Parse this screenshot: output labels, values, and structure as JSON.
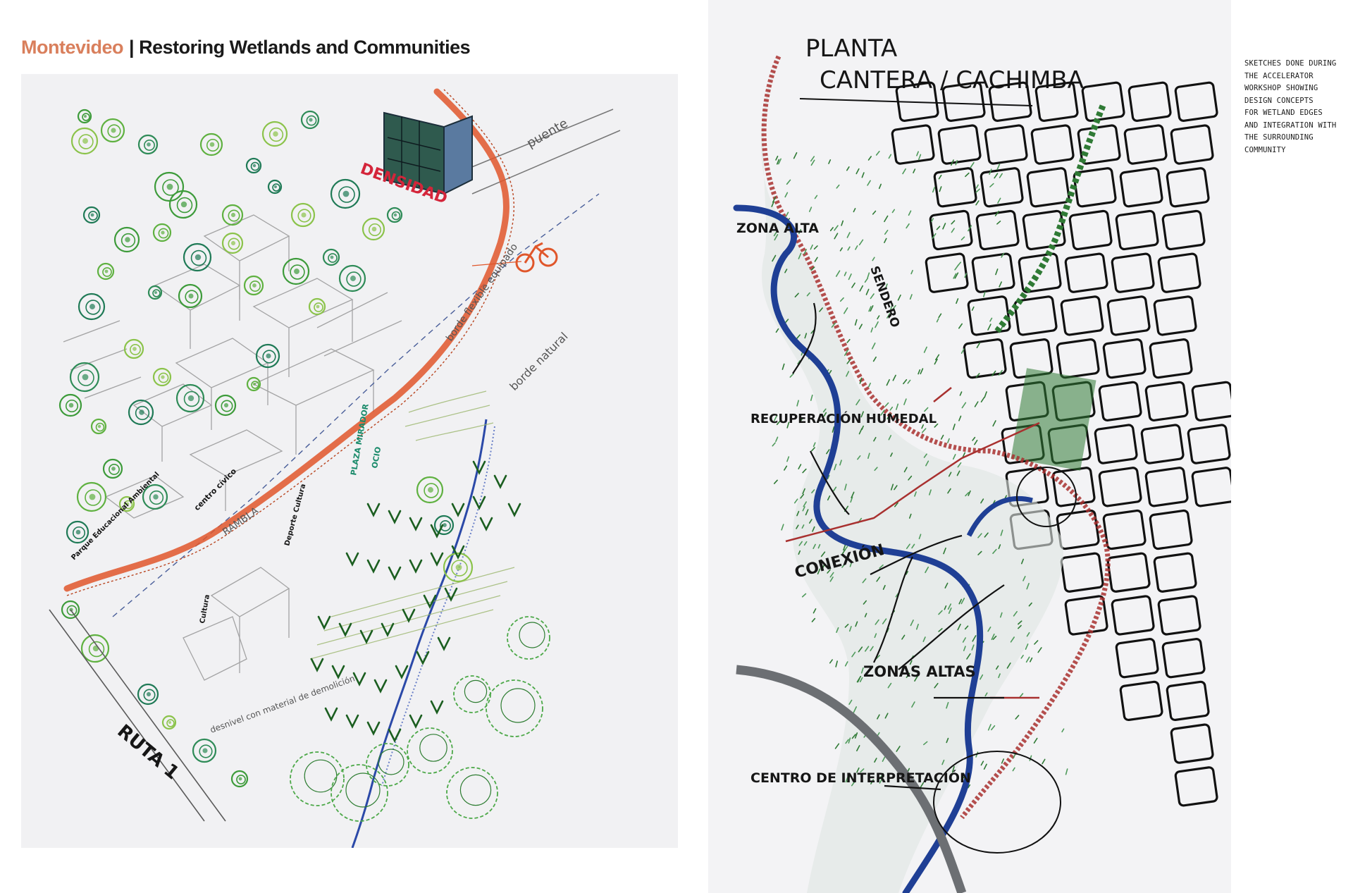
{
  "header": {
    "city": "Montevideo",
    "separator": "|",
    "title": "Restoring Wetlands and Communities"
  },
  "left_sketch": {
    "labels": {
      "densidad": "DENSIDAD",
      "puente": "puente",
      "borde_flexible": "borde flexible equipado",
      "borde_natural": "borde natural",
      "plaza": "PLAZA MIRADOR",
      "ocio": "OCIO",
      "rambla": "RAMBLA",
      "centro_civico": "centro cívico",
      "parque": "Parque Educacional Ambiental",
      "deporte": "Deporte Cultura",
      "cultura": "Cultura",
      "desnivel": "desnivel con material de demolición",
      "ruta": "RUTA 1"
    }
  },
  "right_sketch": {
    "title_line1": "PLANTA",
    "title_line2": "CANTERA / CACHIMBA",
    "labels": {
      "zona_alta": "ZONA ALTA",
      "recuperacion": "RECUPERACIÓN HUMEDAL",
      "sendero": "SENDERO",
      "conexion": "CONEXIÓN",
      "zonas_altas": "ZONAS ALTAS",
      "centro": "CENTRO DE INTERPRETACIÓN"
    }
  },
  "caption": {
    "lines": [
      "SKETCHES DONE DURING",
      "THE ACCELERATOR",
      "WORKSHOP SHOWING",
      "DESIGN CONCEPTS",
      "FOR WETLAND EDGES",
      "AND INTEGRATION WITH",
      "THE SURROUNDING",
      "COMMUNITY"
    ]
  },
  "colors": {
    "title_accent": "#d97f5c",
    "sheet_bg": "#f1f1f3",
    "river_blue": "#1f3f95",
    "path_orange": "#e0562a",
    "tree_green": "#3d9b3a",
    "wetland_red": "#a8302f"
  }
}
